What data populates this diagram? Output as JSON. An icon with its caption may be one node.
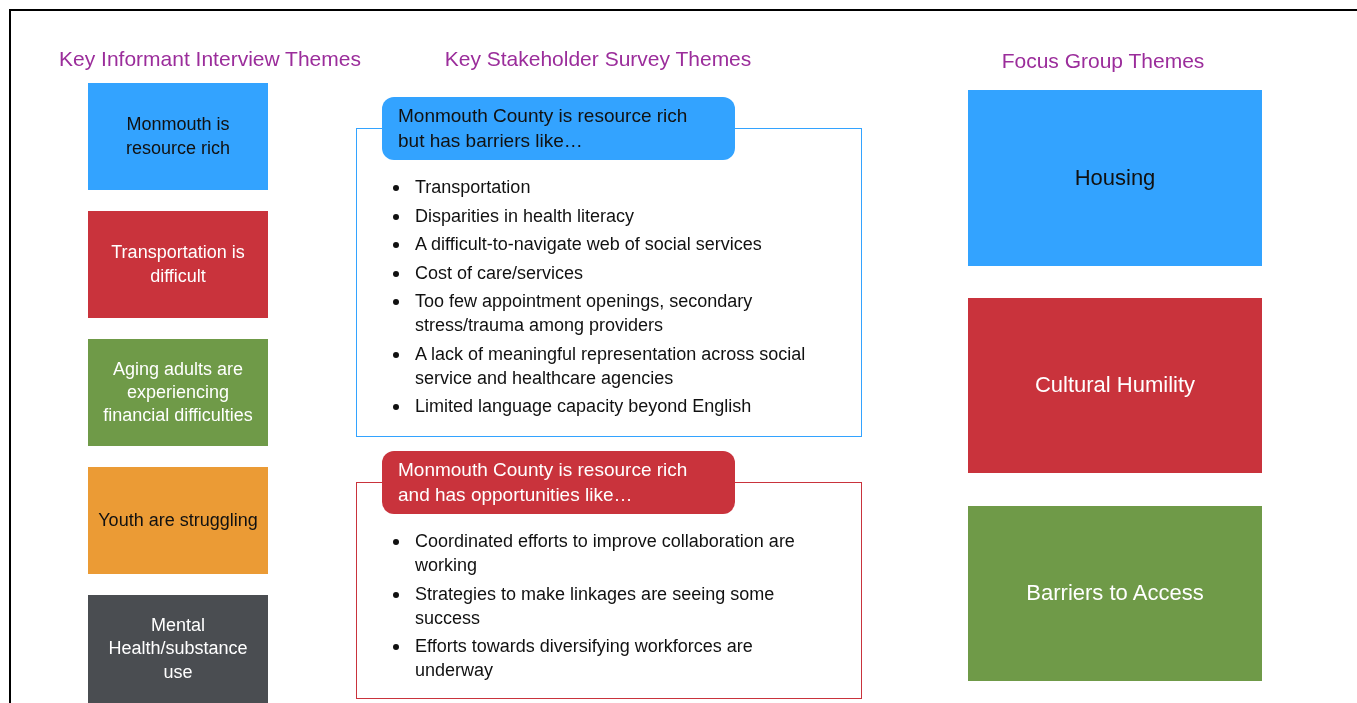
{
  "diagram": {
    "nodes": [
      {
        "text": [
          "Monmouth is resource rich"
        ]
      },
      {
        "text": [
          "Transportation is difficult"
        ]
      },
      {
        "text": [
          "Aging adults are experiencing financial difficulties"
        ]
      },
      {
        "text": [
          "Youth are struggling"
        ]
      },
      {
        "text": [
          "Mental Health/substance use"
        ]
      },
      {
        "text": [
          "Transportation",
          "Disparities in health literacy",
          "A difficult-to-navigate web of social services",
          "Cost of care/services",
          "Too few appointment openings, secondary stress/trauma among providers",
          "A lack of meaningful representation across social service and healthcare agencies",
          "Limited language capacity beyond English"
        ]
      },
      {
        "text": [
          "Monmouth County is resource rich but has barriers like…"
        ]
      },
      {
        "text": [
          "Coordinated efforts to improve collaboration are working",
          "Strategies to make linkages are seeing some success",
          "Efforts towards diversifying workforces are underway"
        ]
      },
      {
        "text": [
          "Monmouth County is resource rich and has opportunities like…"
        ]
      },
      {
        "text": [
          "Housing"
        ]
      },
      {
        "text": [
          "Cultural Humility"
        ]
      },
      {
        "text": [
          "Barriers to Access"
        ]
      }
    ],
    "labels": [
      "Key Informant Interview Themes",
      "Key Stakeholder Survey Themes",
      "Focus Group Themes"
    ]
  }
}
